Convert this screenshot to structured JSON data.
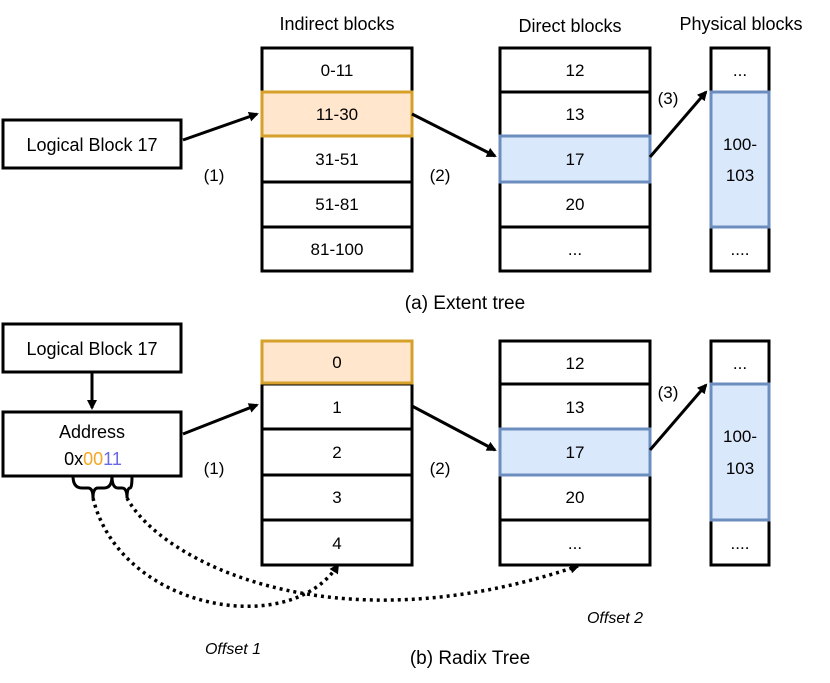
{
  "colors": {
    "orange_fill": "#ffe6cc",
    "orange_stroke": "#d6a02a",
    "blue_fill": "#dae8fc",
    "blue_stroke": "#6c8ebf",
    "offset1_text": "#f5a623",
    "offset2_text": "#6a6ae8"
  },
  "headers": {
    "indirect": "Indirect blocks",
    "direct": "Direct blocks",
    "physical": "Physical blocks"
  },
  "extent": {
    "logical_block": "Logical Block 17",
    "indirect_cells": [
      "0-11",
      "11-30",
      "31-51",
      "51-81",
      "81-100"
    ],
    "direct_cells": [
      "12",
      "13",
      "17",
      "20",
      "..."
    ],
    "physical_top": "...",
    "physical_mid_line1": "100-",
    "physical_mid_line2": "103",
    "physical_bottom": "....",
    "step1": "(1)",
    "step2": "(2)",
    "step3": "(3)",
    "caption": "(a) Extent tree"
  },
  "radix": {
    "logical_block": "Logical Block 17",
    "address_label": "Address",
    "address_prefix": "0x",
    "address_offset1": "00",
    "address_offset2": "11",
    "indirect_cells": [
      "0",
      "1",
      "2",
      "3",
      "4"
    ],
    "direct_cells": [
      "12",
      "13",
      "17",
      "20",
      "..."
    ],
    "physical_top": "...",
    "physical_mid_line1": "100-",
    "physical_mid_line2": "103",
    "physical_bottom": "....",
    "step1": "(1)",
    "step2": "(2)",
    "step3": "(3)",
    "offset1_label": "Offset 1",
    "offset2_label": "Offset 2",
    "caption": "(b) Radix Tree"
  }
}
